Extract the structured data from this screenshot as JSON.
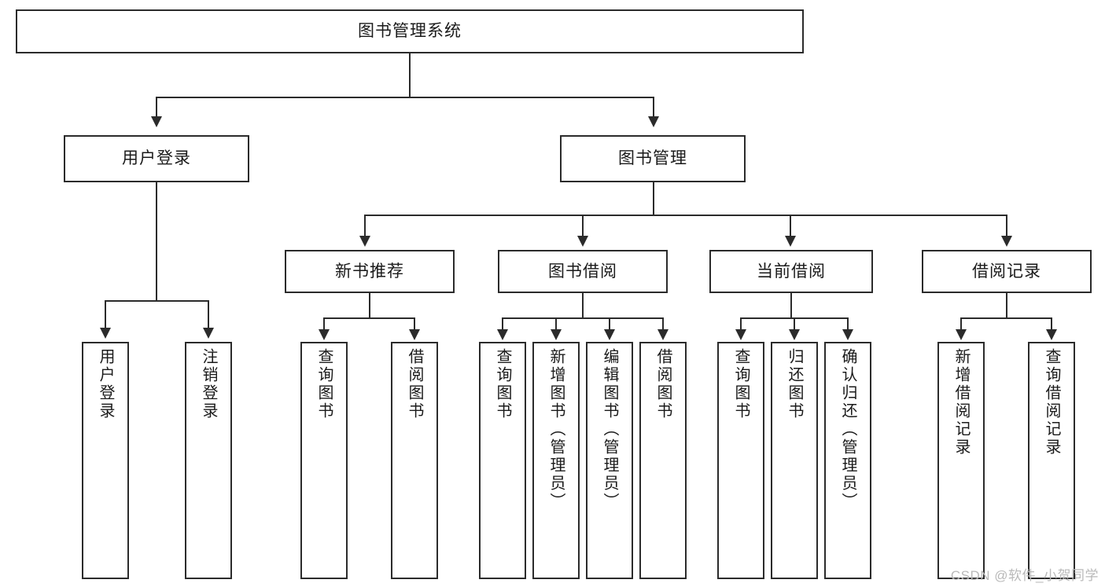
{
  "diagram": {
    "type": "tree",
    "title": "图书管理系统",
    "root": {
      "label": "图书管理系统"
    },
    "level1": [
      {
        "label": "用户登录"
      },
      {
        "label": "图书管理"
      }
    ],
    "level2": [
      {
        "label": "新书推荐"
      },
      {
        "label": "图书借阅"
      },
      {
        "label": "当前借阅"
      },
      {
        "label": "借阅记录"
      }
    ],
    "leaves": {
      "user_login": [
        {
          "label": "用户登录"
        },
        {
          "label": "注销登录"
        }
      ],
      "new_book_recommend": [
        {
          "label": "查询图书"
        },
        {
          "label": "借阅图书"
        }
      ],
      "book_borrow": [
        {
          "label": "查询图书"
        },
        {
          "label": "新增图书（管理员）"
        },
        {
          "label": "编辑图书（管理员）"
        },
        {
          "label": "借阅图书"
        }
      ],
      "current_borrow": [
        {
          "label": "查询图书"
        },
        {
          "label": "归还图书"
        },
        {
          "label": "确认归还（管理员）"
        }
      ],
      "borrow_record": [
        {
          "label": "新增借阅记录"
        },
        {
          "label": "查询借阅记录"
        }
      ]
    }
  },
  "watermark": {
    "text": "CSDN @软件_小贺同学"
  },
  "colors": {
    "border": "#2b2b2b",
    "background": "#ffffff",
    "text": "#1a1a1a",
    "watermark": "#b9b9b9"
  }
}
